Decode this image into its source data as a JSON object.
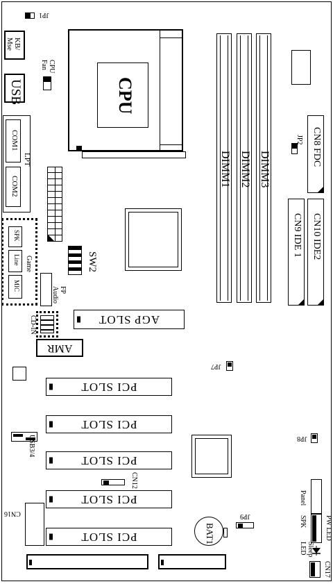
{
  "connectors": {
    "kb_mse": "KB/\nMse",
    "usb": "USB",
    "cpu_fan": "CPU\nFan",
    "com1": "COM1",
    "com2": "COM2",
    "lpt": "LPT",
    "spk_audio": "SPK",
    "line": "Line",
    "mic": "MIC",
    "game": "Game",
    "fp_audio": "FP\nAudio",
    "cd_in": "CD-IN",
    "amr": "AMR",
    "usb34": "USB3/4",
    "cn12": "CN12",
    "cn16": "CN16",
    "cn17": "CN17",
    "bat1": "BAT1",
    "jp1": "JP1",
    "jp2": "JP2",
    "jp7": "JP7",
    "jp8": "JP8",
    "jp9": "JP9",
    "sw2": "SW2",
    "cpu": "CPU",
    "cn8": "CN8 FDC",
    "cn9": "CN9 IDE 1",
    "cn10": "CN10 IDE2",
    "panel": "Panel",
    "spk_panel": "SPK",
    "pw_led": "PW LED",
    "sleep_led": "Sleep\nLED",
    "agp": "AGP SLOT",
    "pci": [
      "PCI SLOT",
      "PCI SLOT",
      "PCI SLOT",
      "PCI SLOT",
      "PCI SLOT"
    ],
    "dimm": [
      "DIMM1",
      "DIMM2",
      "DIMM3"
    ]
  }
}
